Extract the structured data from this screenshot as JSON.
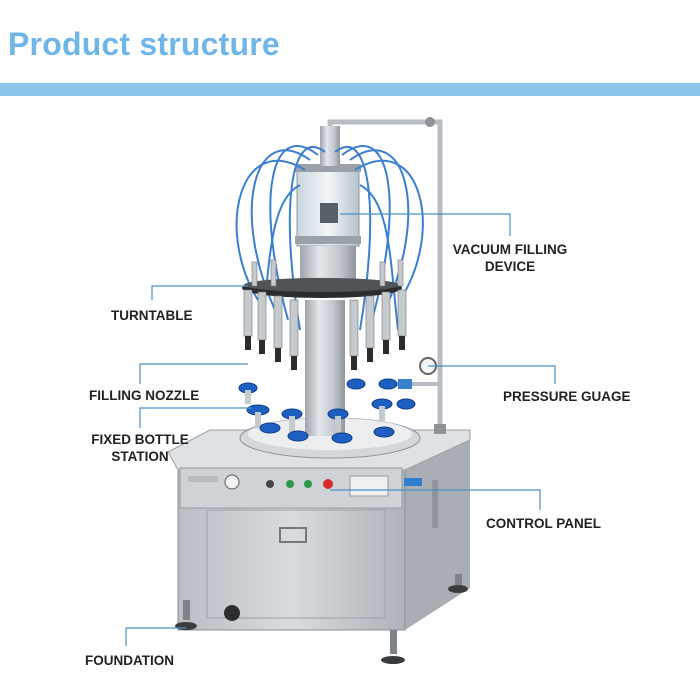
{
  "header": {
    "title": "Product structure",
    "accent_color": "#6fb6e8",
    "band_color": "#8ec6ee"
  },
  "callouts": {
    "vacuum_filling_device_line1": "VACUUM FILLING",
    "vacuum_filling_device_line2": "DEVICE",
    "turntable": "TURNTABLE",
    "filling_nozzle": "FILLING NOZZLE",
    "pressure_gauge": "PRESSURE GUAGE",
    "fixed_bottle_station_line1": "FIXED BOTTLE",
    "fixed_bottle_station_line2": "STATION",
    "control_panel": "CONTROL PANEL",
    "foundation": "FOUNDATION"
  },
  "colors": {
    "leader_line": "#4a90c8",
    "steel": "#c9cdd2",
    "hose": "#3b7fd1",
    "cap": "#1e5fc2",
    "stop_button": "#d62b2b"
  }
}
